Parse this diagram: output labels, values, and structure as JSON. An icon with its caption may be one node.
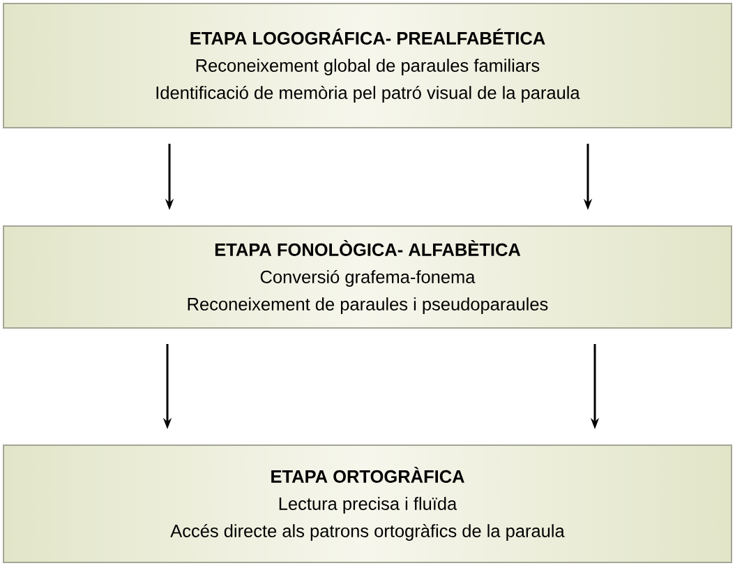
{
  "diagram": {
    "nodes": [
      {
        "text": [
          "ETAPA LOGOGRÁFICA- PREALFABÉTICA",
          "Reconeixement global de paraules familiars",
          "Identificació de memòria pel patró visual de la paraula"
        ]
      },
      {
        "text": [
          "ETAPA FONOLÒGICA- ALFABÈTICA",
          "Conversió grafema-fonema",
          "Reconeixement de paraules i pseudoparaules"
        ]
      },
      {
        "text": [
          "ETAPA ORTOGRÀFICA",
          "Lectura precisa i fluïda",
          "Accés directe als patrons ortogràfics de la paraula"
        ]
      }
    ],
    "edges": [
      {
        "from": 0,
        "to": 1,
        "arrow": "to"
      },
      {
        "from": 0,
        "to": 1,
        "arrow": "to"
      },
      {
        "from": 1,
        "to": 2,
        "arrow": "to"
      },
      {
        "from": 1,
        "to": 2,
        "arrow": "to"
      }
    ]
  }
}
